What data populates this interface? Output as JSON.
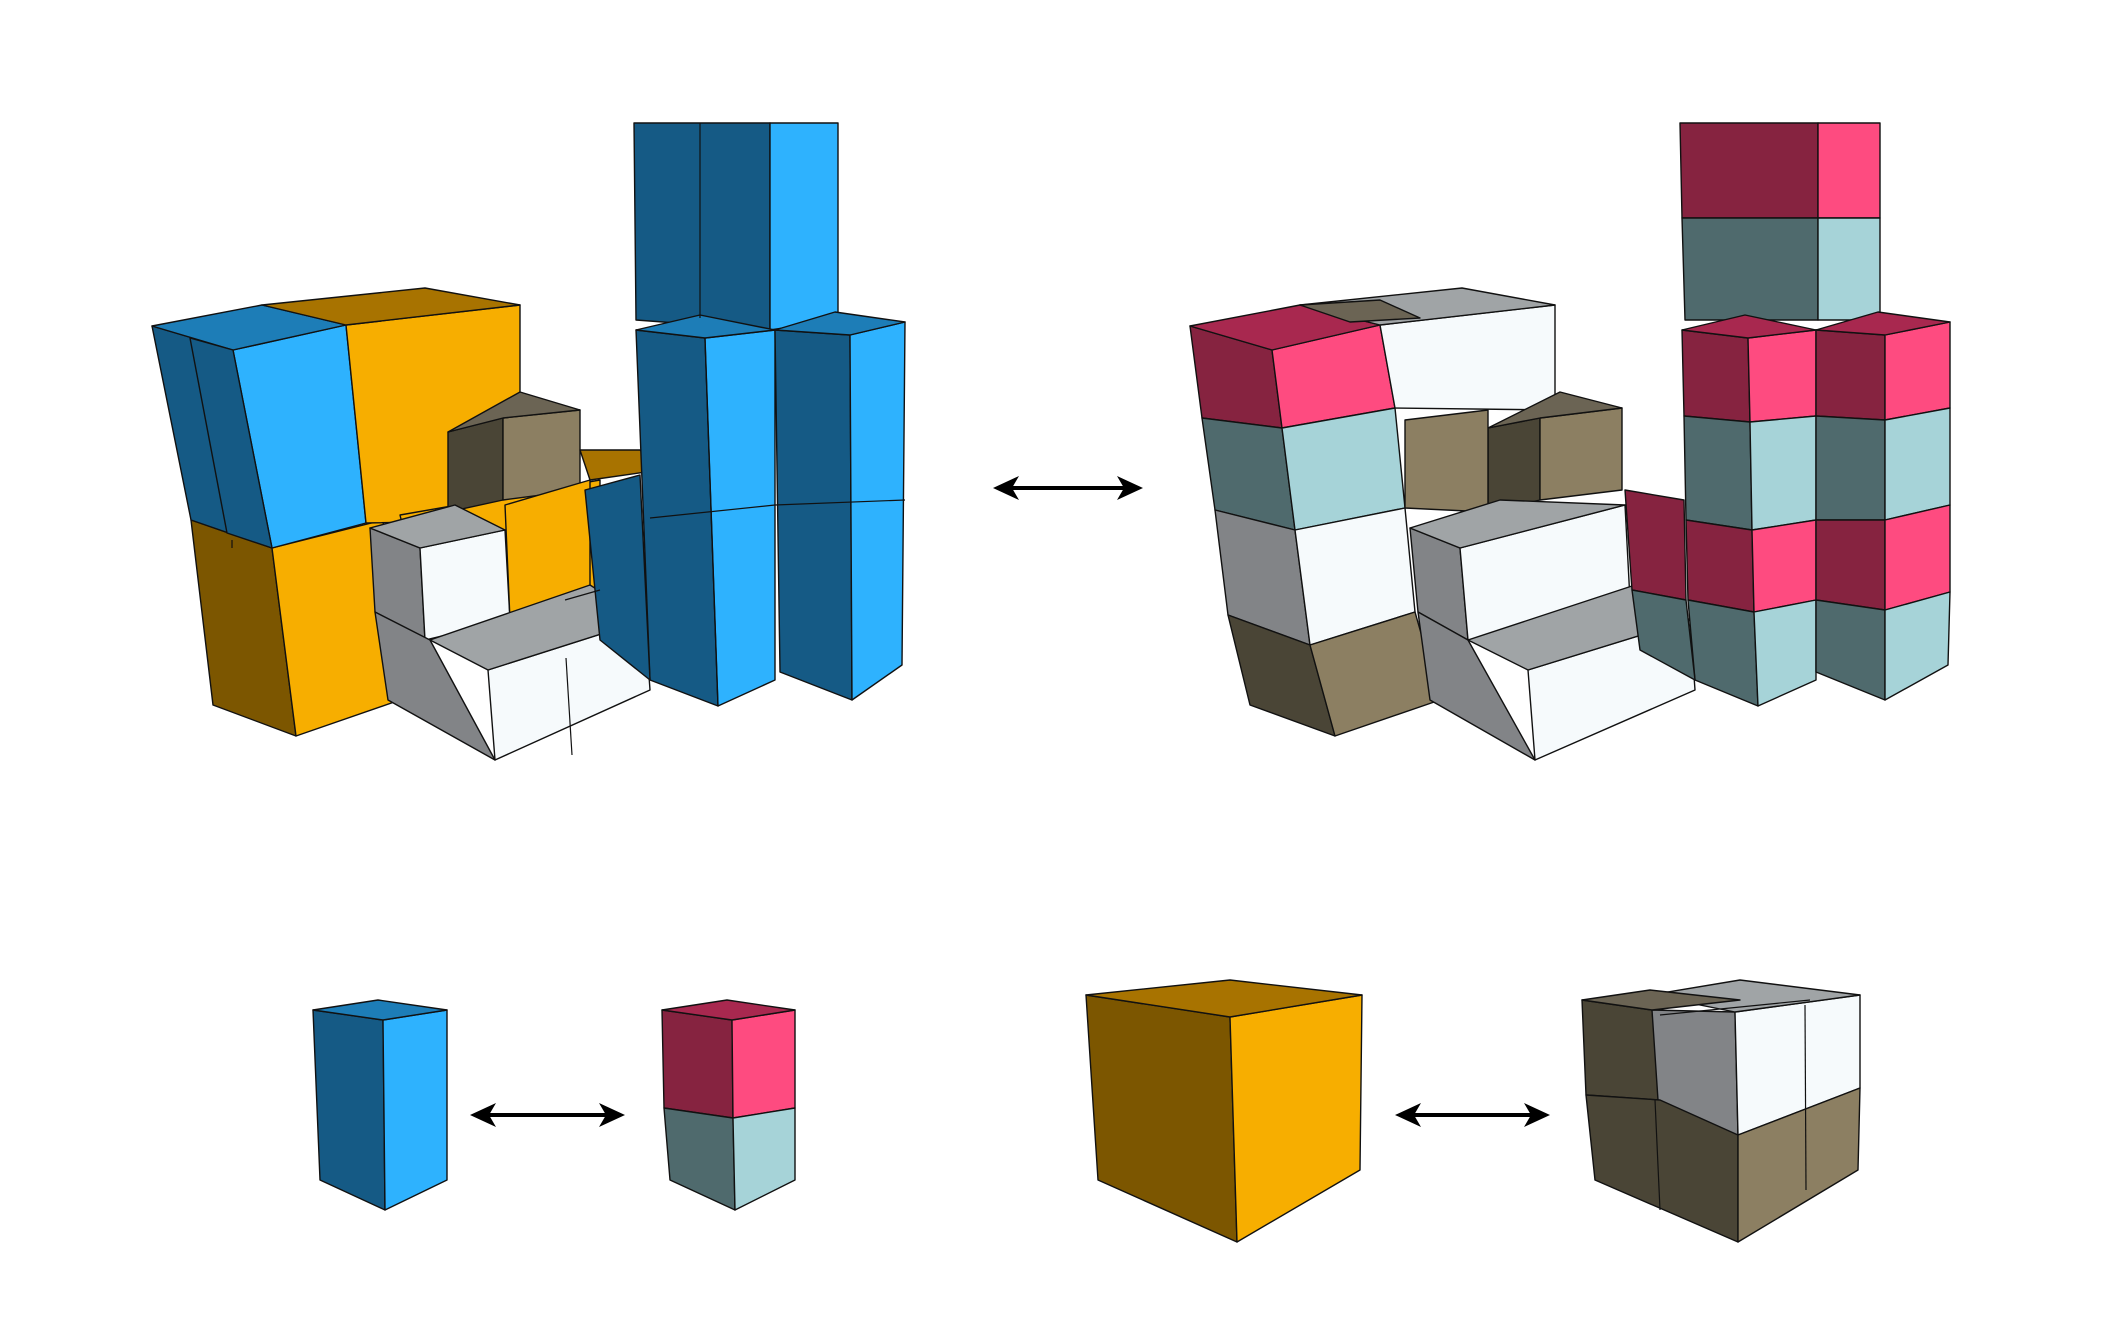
{
  "palette": {
    "blue": {
      "top": "#1d7db7",
      "left": "#155a85",
      "right": "#2eb2fe"
    },
    "orange": {
      "top": "#a87300",
      "left": "#7c5600",
      "right": "#f7ae00"
    },
    "white": {
      "top": "#a0a4a6",
      "left": "#828487",
      "right": "#f6fafc"
    },
    "brown": {
      "top": "#6b6454",
      "left": "#4a4536",
      "right": "#8c7f62"
    },
    "pink": {
      "top": "#a8284f",
      "left": "#862340",
      "right": "#fe4b80"
    },
    "teal": {
      "top": "#7ea8ae",
      "left": "#4f6a6d",
      "right": "#a6d3d8"
    },
    "edge": "#111111",
    "arrow": "#000000"
  },
  "panels": [
    {
      "id": "assembly-original",
      "scheme": "coarse"
    },
    {
      "id": "assembly-decomposed",
      "scheme": "fine"
    },
    {
      "id": "tall-piece-original",
      "scheme": "coarse"
    },
    {
      "id": "tall-piece-decomposed",
      "scheme": "fine"
    },
    {
      "id": "cube-piece-original",
      "scheme": "coarse"
    },
    {
      "id": "cube-piece-decomposed",
      "scheme": "fine"
    }
  ],
  "arrows": [
    {
      "id": "main-arrow",
      "direction": "bidirectional"
    },
    {
      "id": "tall-piece-arrow",
      "direction": "bidirectional"
    },
    {
      "id": "cube-piece-arrow",
      "direction": "bidirectional"
    }
  ]
}
